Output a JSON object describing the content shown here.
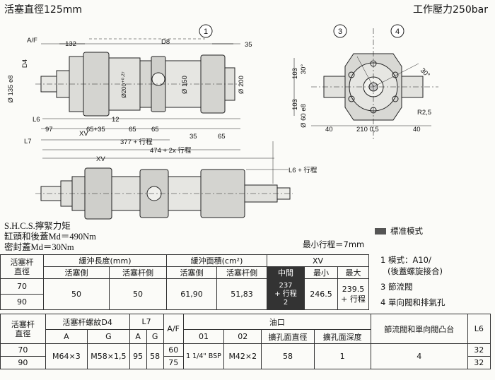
{
  "header": {
    "title_left": "活塞直徑125mm",
    "title_right": "工作壓力250bar"
  },
  "drawing": {
    "callouts": [
      "1",
      "3",
      "4"
    ],
    "top_view": {
      "af": "A/F",
      "d4": "D4",
      "dim_132": "132",
      "d8": "D8",
      "dim_35": "35",
      "phi_135": "Ø 135 e8",
      "phi_200_27": "Ø200⁺⁰·²⁷",
      "phi_150": "Ø 150",
      "phi_200": "Ø 200",
      "l6": "L6",
      "dim_97": "97",
      "dim_65_35": "65+35",
      "dim_12": "12",
      "dim_65a": "65",
      "dim_65b": "65",
      "dim_35b": "35",
      "dim_65c": "65",
      "xv": "XV",
      "l7": "L7",
      "dim_377": "377 + 行程",
      "dim_474": "474 + 2x 行程"
    },
    "end_view": {
      "dim_103a": "103",
      "dim_30a": "30°",
      "dim_30b": "30°",
      "dim_103b": "103",
      "phi_60": "Ø 60 e8",
      "r25": "R2,5",
      "dim_40a": "40",
      "dim_210": "210 0,5",
      "dim_40b": "40"
    },
    "bottom_view": {
      "xv": "XV",
      "l6": "L6 + 行程"
    }
  },
  "notes": {
    "shcs": "S.H.C.S.擰緊力矩",
    "md1": "缸頭和後蓋Md＝490Nm",
    "md2": "密封蓋Md＝30Nm",
    "standard_mode": "標准模式",
    "min_stroke": "最小行程＝7mm"
  },
  "legend": {
    "item1a": "1 模式：A10/",
    "item1b": "(後蓋螺旋接合)",
    "item3": "3 節流閥",
    "item4": "4 單向閥和排氣孔"
  },
  "table1": {
    "h_rod": "活塞杆\n直徑",
    "h_cushion_len": "緩沖長度(mm)",
    "h_cushion_area": "緩沖面積(cm²)",
    "h_xv": "XV",
    "h_piston1": "活塞側",
    "h_rod1": "活塞杆側",
    "h_piston2": "活塞側",
    "h_rod2": "活塞杆側",
    "h_mid": "中間",
    "h_min": "最小",
    "h_max": "最大",
    "rows": [
      "70",
      "90"
    ],
    "len_piston": "50",
    "len_rod": "50",
    "area_piston": "61,90",
    "area_rod": "51,83",
    "xv_mid": "237\n+ 行程\n2",
    "xv_min": "246.5",
    "xv_max": "239.5\n+ 行程"
  },
  "table2": {
    "h_rod": "活塞杆\n直徑",
    "h_thread": "活塞杆螺紋D4",
    "h_l7": "L7",
    "h_af": "A/F",
    "h_port": "油口",
    "h_valve": "節流閥和單向閥凸台",
    "h_l6": "L6",
    "h_a": "A",
    "h_g": "G",
    "h_a2": "A",
    "h_g2": "G",
    "h_01": "01",
    "h_02": "02",
    "h_cb_dia": "擴孔面直徑",
    "h_cb_depth": "擴孔面深度",
    "rows": [
      "70",
      "90"
    ],
    "thread_a": "M64×3",
    "thread_g": "M58×1,5",
    "l7_a": "95",
    "l7_g": "58",
    "af": [
      "60",
      "75"
    ],
    "port01": "1 1/4\" BSP",
    "port02": "M42×2",
    "cb_dia": "58",
    "cb_depth": "1",
    "valve": "4",
    "l6": [
      "32",
      "32"
    ]
  }
}
